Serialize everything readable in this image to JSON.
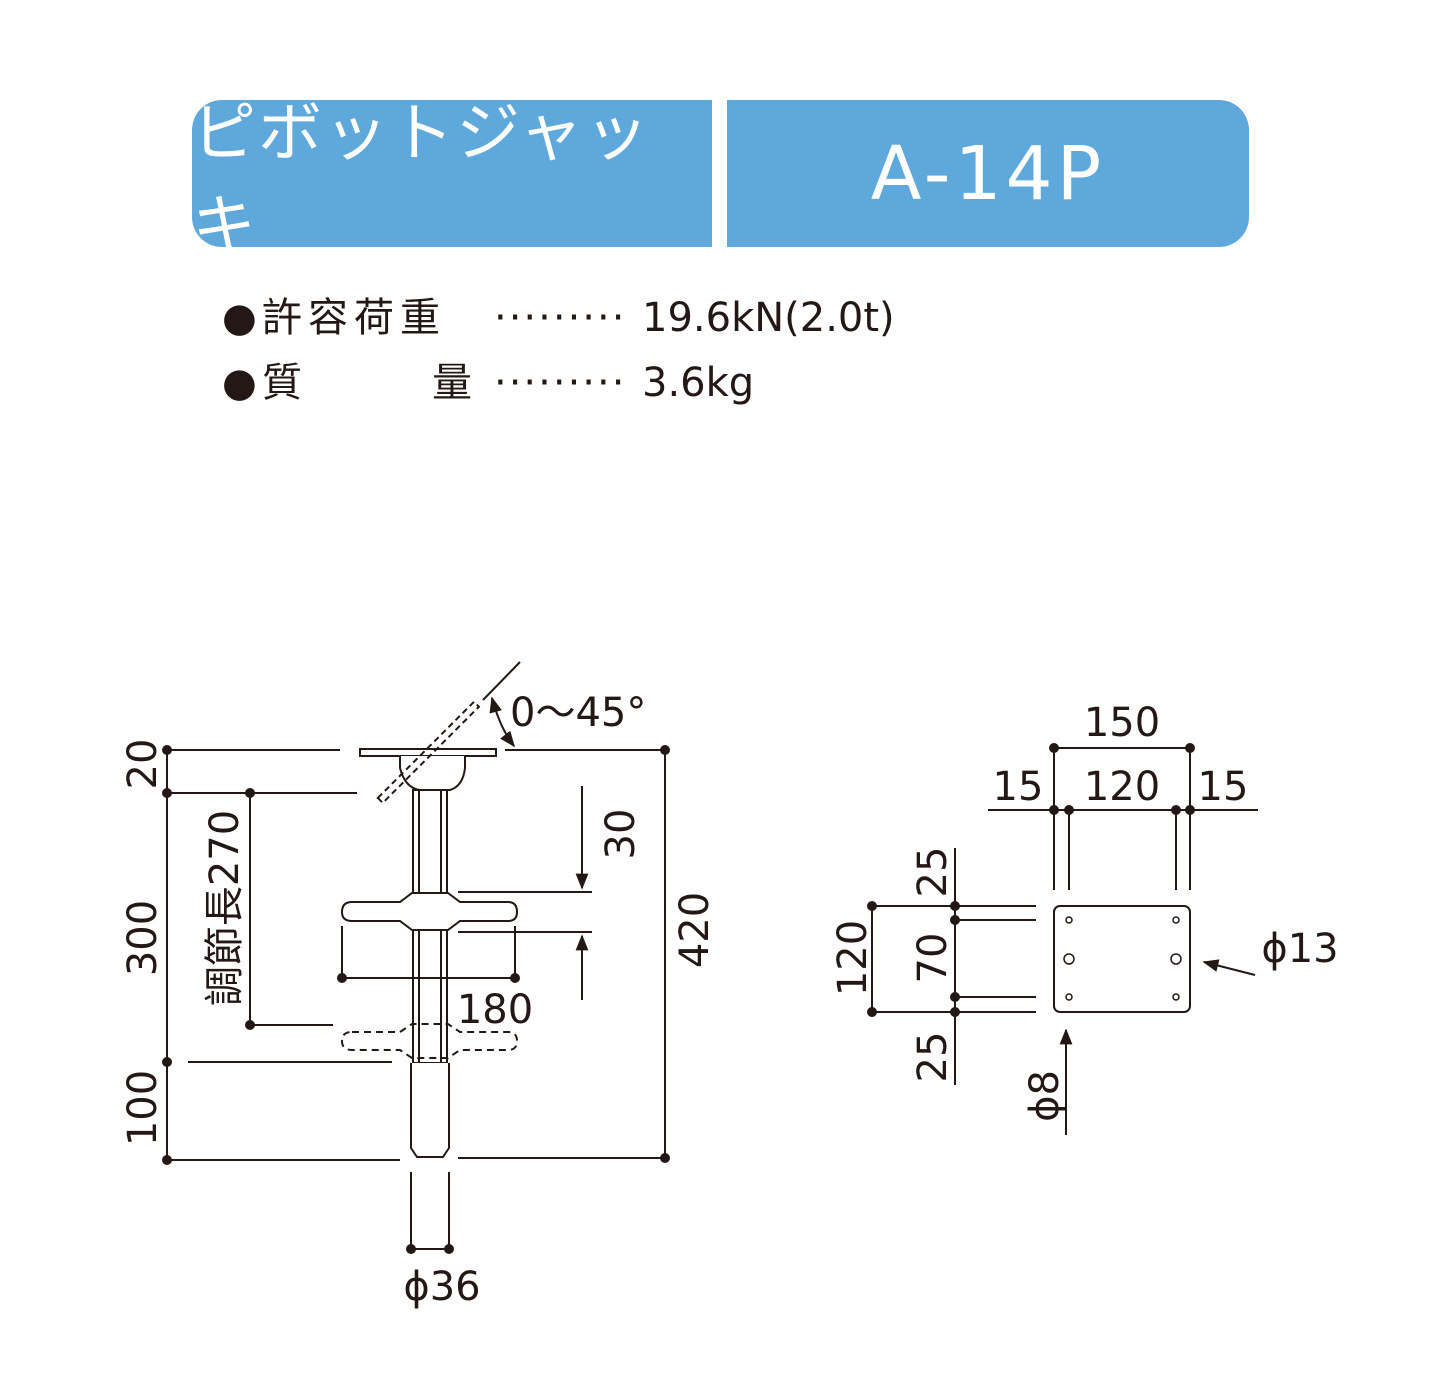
{
  "header": {
    "product_name": "ピボットジャッキ",
    "model_code": "A-14P"
  },
  "specs": [
    {
      "bullet": "●",
      "label": "許容荷重",
      "label_part2": "",
      "dots": "·········",
      "value": "19.6kN(2.0t)"
    },
    {
      "bullet": "●",
      "label": "質",
      "label_part2": "量",
      "dots": "·········",
      "value": "3.6kg"
    }
  ],
  "side_view": {
    "angle": "0～45°",
    "dim_20": "20",
    "dim_300": "300",
    "dim_100": "100",
    "adjust_length": "調節長270",
    "dim_30": "30",
    "dim_180": "180",
    "dim_420": "420",
    "diameter_36": "ϕ36"
  },
  "plate_view": {
    "dim_150": "150",
    "dim_15_left": "15",
    "dim_120_top": "120",
    "dim_15_right": "15",
    "dim_25_top": "25",
    "dim_70": "70",
    "dim_25_bottom": "25",
    "dim_120_left": "120",
    "hole_13": "ϕ13",
    "hole_8": "ϕ8"
  }
}
